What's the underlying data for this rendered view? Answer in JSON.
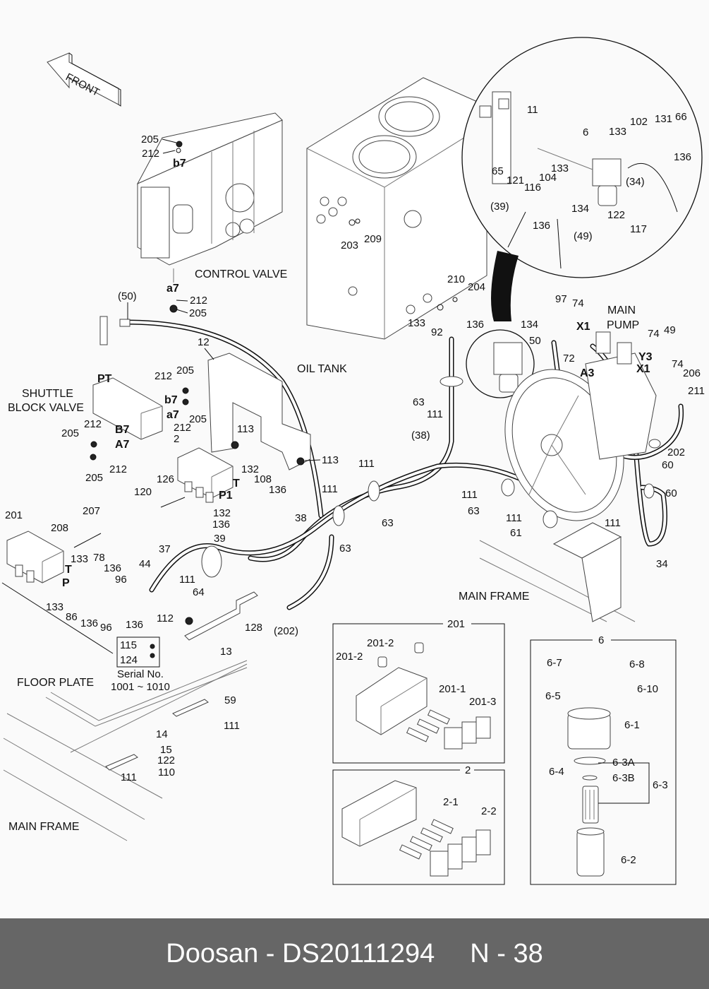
{
  "footer": {
    "brand": "Doosan",
    "separator": "-",
    "part_number": "DS20111294",
    "page_prefix": "N",
    "page_separator": "-",
    "page_number": "38"
  },
  "direction_arrow": {
    "label": "FRONT"
  },
  "areas": {
    "control_valve": "CONTROL VALVE",
    "oil_tank": "OIL TANK",
    "shuttle_block_valve_line1": "SHUTTLE",
    "shuttle_block_valve_line2": "BLOCK VALVE",
    "main_pump_line1": "MAIN",
    "main_pump_line2": "PUMP",
    "main_frame_right": "MAIN FRAME",
    "floor_plate": "FLOOR PLATE",
    "main_frame_left": "MAIN FRAME"
  },
  "ports": {
    "b7_cv": "b7",
    "a7_cv": "a7",
    "pt": "PT",
    "b7_sb": "b7",
    "a7_sb": "a7",
    "B7": "B7",
    "A7": "A7",
    "T_2": "T",
    "P1": "P1",
    "T_201": "T",
    "P_201": "P",
    "X1_top": "X1",
    "A3": "A3",
    "Y3": "Y3",
    "X1_right": "X1"
  },
  "detail_circle": {
    "labels": [
      "11",
      "6",
      "133",
      "102",
      "131",
      "66",
      "136",
      "65",
      "121",
      "116",
      "104",
      "133",
      "(34)",
      "(39)",
      "134",
      "136",
      "(49)",
      "122",
      "117"
    ]
  },
  "callouts": {
    "cv_205_top": "205",
    "cv_212_top": "212",
    "cv_212_bot": "212",
    "cv_205_bot": "205",
    "tank_203": "203",
    "tank_209": "209",
    "hose_50": "(50)",
    "bracket_12": "12",
    "sb_212_a": "212",
    "sb_205_a": "205",
    "sb_205_b": "205",
    "sb_212_b": "212",
    "sb_212_c": "212",
    "sb_205_c": "205",
    "sb_205_d": "205",
    "sb_212_d": "212",
    "item_2": "2",
    "bolt_113_a": "113",
    "bolt_113_b": "113",
    "item_126": "126",
    "item_120": "120",
    "item_132_a": "132",
    "item_108": "108",
    "item_136_a": "136",
    "item_132_b": "132",
    "item_136_b": "136",
    "hose_39": "39",
    "hose_38": "38",
    "item_201": "201",
    "item_207": "207",
    "item_208": "208",
    "item_133_a": "133",
    "item_78": "78",
    "item_136_c": "136",
    "item_96_a": "96",
    "hose_44": "44",
    "hose_37": "37",
    "item_111_a": "111",
    "item_64": "64",
    "item_133_b": "133",
    "item_86": "86",
    "item_136_d": "136",
    "item_96_b": "96",
    "item_136_e": "136",
    "item_112": "112",
    "item_128": "128",
    "hose_202_paren": "(202)",
    "bracket_13": "13",
    "serial_115": "115",
    "serial_124": "124",
    "serial_title": "Serial No.",
    "serial_range": "1001 ~ 1010",
    "tank_210": "210",
    "tank_204": "204",
    "tank_133": "133",
    "tank_92": "92",
    "tank_136": "136",
    "clamp_63_a": "63",
    "bolt_111_b": "111",
    "hose_38_paren": "(38)",
    "bolt_111_c": "111",
    "bolt_111_d": "111",
    "clamp_63_b": "63",
    "clamp_63_c": "63",
    "bolt_111_e": "111",
    "clamp_63_d": "63",
    "bolt_111_f": "111",
    "clamp_61": "61",
    "bolt_111_g": "111",
    "clamp_60_a": "60",
    "clamp_60_b": "60",
    "hose_34": "34",
    "hose_202": "202",
    "pump_97": "97",
    "pump_74_a": "74",
    "pump_134": "134",
    "pump_50": "50",
    "pump_72": "72",
    "pump_74_b": "74",
    "pump_49": "49",
    "pump_74_c": "74",
    "pump_206": "206",
    "pump_211": "211",
    "bracket_59": "59",
    "bolt_111_h": "111",
    "bracket_14": "14",
    "clip_15": "15",
    "washer_122": "122",
    "bolt_110": "110",
    "bolt_111_i": "111"
  },
  "detail_201": {
    "title": "201",
    "labels": [
      "201-2",
      "201-2",
      "201-1",
      "201-3"
    ]
  },
  "detail_2": {
    "title": "2",
    "labels": [
      "2-1",
      "2-2"
    ]
  },
  "detail_6": {
    "title": "6",
    "labels": [
      "6-7",
      "6-8",
      "6-10",
      "6-5",
      "6-1",
      "6-4",
      "6-3A",
      "6-3B",
      "6-3",
      "6-2"
    ]
  }
}
